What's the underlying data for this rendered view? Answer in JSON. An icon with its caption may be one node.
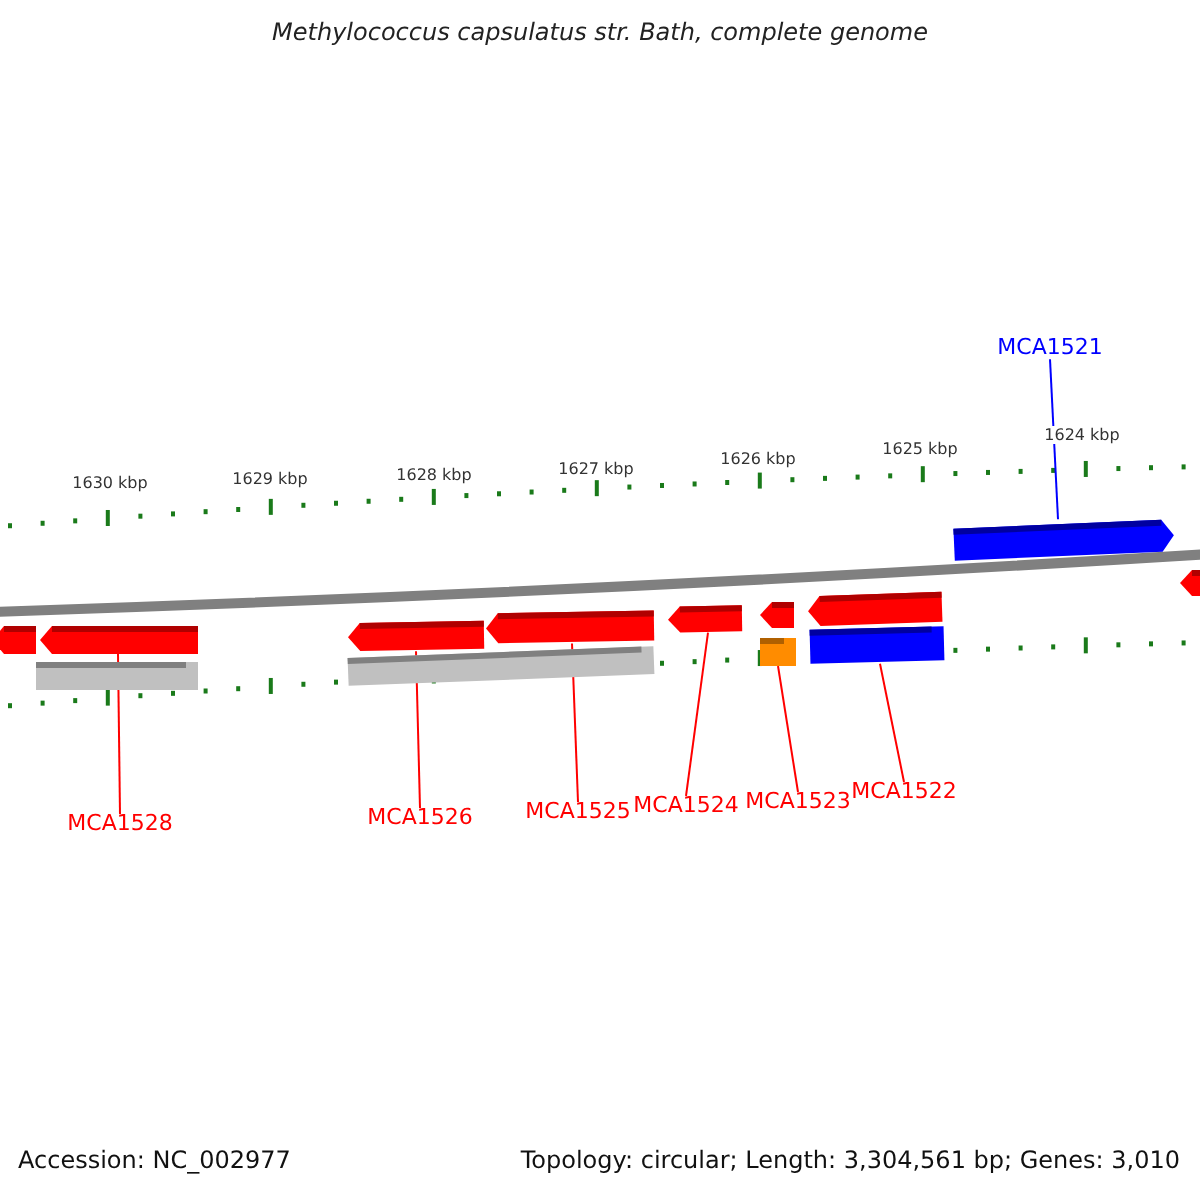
{
  "diagram": {
    "title": "Methylococcus capsulatus str. Bath, complete genome",
    "nodes": [
      {
        "text": [
          "MCA1521"
        ]
      },
      {
        "text": [
          "MCA1528"
        ]
      },
      {
        "text": [
          "MCA1526"
        ]
      },
      {
        "text": [
          "MCA1525"
        ]
      },
      {
        "text": [
          "MCA1524"
        ]
      },
      {
        "text": [
          "MCA1523"
        ]
      },
      {
        "text": [
          "MCA1522"
        ]
      },
      {
        "text": [],
        "shape": "arrow"
      },
      {
        "text": [],
        "shape": "arrow"
      },
      {
        "text": [],
        "shape": "bar"
      },
      {
        "text": [],
        "shape": "arrow"
      },
      {
        "text": [],
        "shape": "bar"
      },
      {
        "text": [],
        "shape": "arrow"
      },
      {
        "text": [],
        "shape": "arrow"
      },
      {
        "text": [],
        "shape": "arrow"
      },
      {
        "text": [],
        "shape": "box"
      },
      {
        "text": [],
        "shape": "arrow"
      },
      {
        "text": [],
        "shape": "bar"
      },
      {
        "text": [],
        "shape": "arrow"
      },
      {
        "text": [],
        "shape": "arrow"
      }
    ],
    "edges": [
      {
        "from": 0,
        "to": 18,
        "arrow": "none",
        "color": "#0000ff"
      },
      {
        "from": 1,
        "to": 8,
        "arrow": "none"
      },
      {
        "from": 2,
        "to": 10,
        "arrow": "none"
      },
      {
        "from": 3,
        "to": 12,
        "arrow": "none"
      },
      {
        "from": 4,
        "to": 13,
        "arrow": "none"
      },
      {
        "from": 5,
        "to": 15,
        "arrow": "none"
      },
      {
        "from": 6,
        "to": 17,
        "arrow": "none"
      }
    ],
    "labels": [
      "1630 kbp",
      "1629 kbp",
      "1628 kbp",
      "1627 kbp",
      "1626 kbp",
      "1625 kbp",
      "1624 kbp",
      "Accession: NC_002977",
      "Topology: circular; Length: 3,304,561 bp; Genes: 3,010"
    ]
  }
}
